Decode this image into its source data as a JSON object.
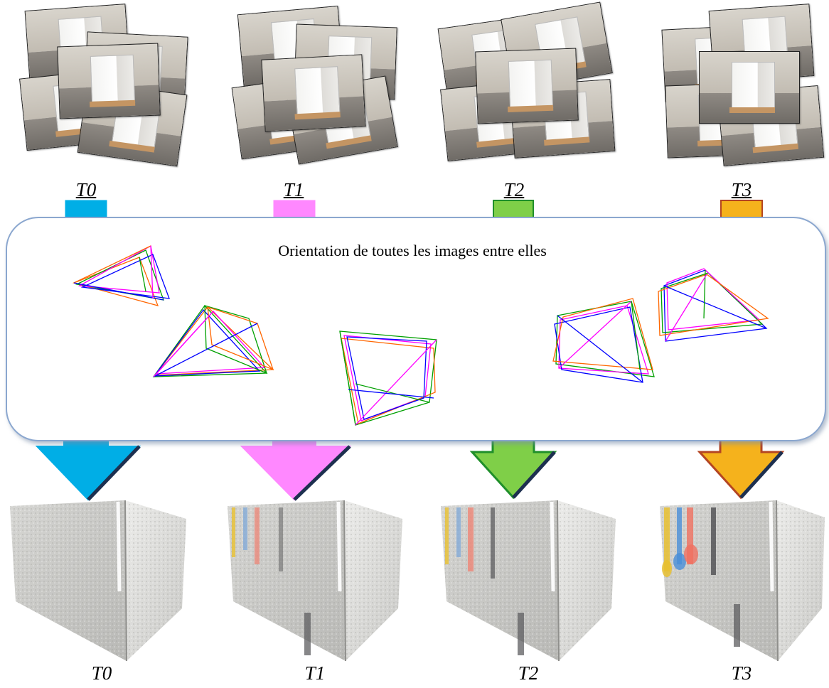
{
  "diagram": {
    "title": "Orientation de toutes les images entre elles",
    "epochs": [
      {
        "label": "T0",
        "color": "#00aee6",
        "border": "#00aee6"
      },
      {
        "label": "T1",
        "color": "#ff88ff",
        "border": "#ff88ff"
      },
      {
        "label": "T2",
        "color": "#7fcf48",
        "border": "#1f8f2a"
      },
      {
        "label": "T3",
        "color": "#f5b21c",
        "border": "#b44522"
      }
    ],
    "bottom_labels": [
      "T0",
      "T1",
      "T2",
      "T3"
    ],
    "camera_colors": [
      "#ff6600",
      "#00a000",
      "#ff00ff",
      "#0000ff"
    ]
  }
}
